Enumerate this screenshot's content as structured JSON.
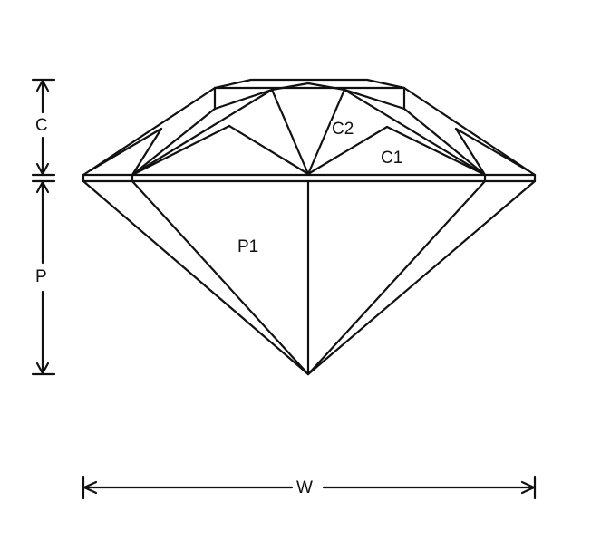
{
  "diagram": {
    "type": "gemstone-facet-profile",
    "stroke_color": "#111111",
    "background": "#ffffff",
    "labels": {
      "crown_height": "C",
      "pavilion_height": "P",
      "width": "W",
      "crown_facet_1": "C1",
      "crown_facet_2": "C2",
      "pavilion_facet_1": "P1"
    }
  }
}
